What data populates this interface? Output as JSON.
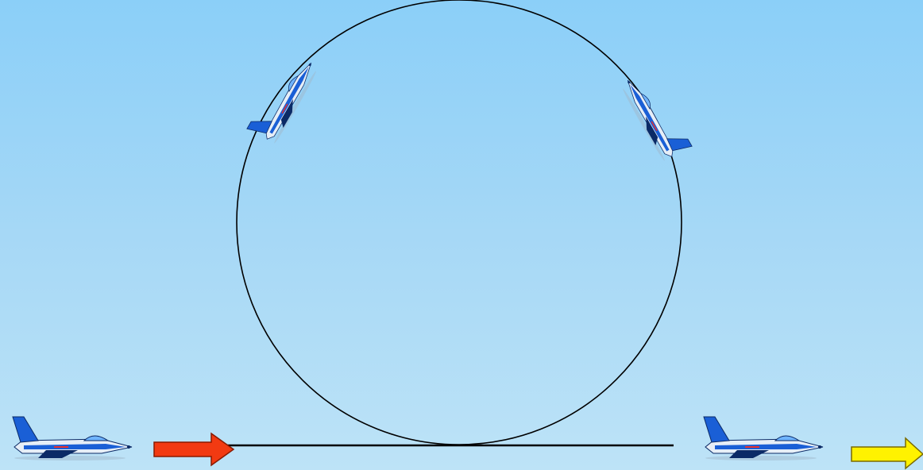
{
  "scene": {
    "sky_top_color": "#8bcff8",
    "sky_bottom_color": "#bde3f7",
    "path_color": "#000000",
    "arrows": [
      {
        "name": "red-arrow",
        "color": "#f23a12",
        "outline": "#8a1a00"
      },
      {
        "name": "yellow-arrow",
        "color": "#fff200",
        "outline": "#7a6a00"
      }
    ],
    "jet_colors": {
      "body": "#e6eef7",
      "accent": "#1a5fd6",
      "dark": "#0b2a66",
      "canopy": "#6fb4ff"
    },
    "elements": [
      "loop-path",
      "ground-path",
      "jet-start",
      "jet-loop-left",
      "jet-loop-right",
      "jet-end"
    ]
  }
}
